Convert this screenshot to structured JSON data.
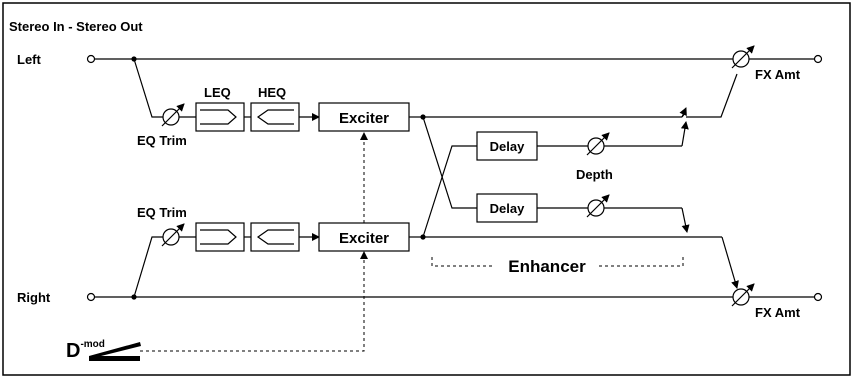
{
  "title": "Stereo In - Stereo Out",
  "inputs": {
    "left": "Left",
    "right": "Right"
  },
  "eq_trim_label": "EQ Trim",
  "leq_label": "LEQ",
  "heq_label": "HEQ",
  "exciter_label": "Exciter",
  "delay_label": "Delay",
  "depth_label": "Depth",
  "enhancer_label": "Enhancer",
  "fx_amt_label": "FX Amt",
  "dmod": {
    "main": "D",
    "sup": "-mod"
  }
}
